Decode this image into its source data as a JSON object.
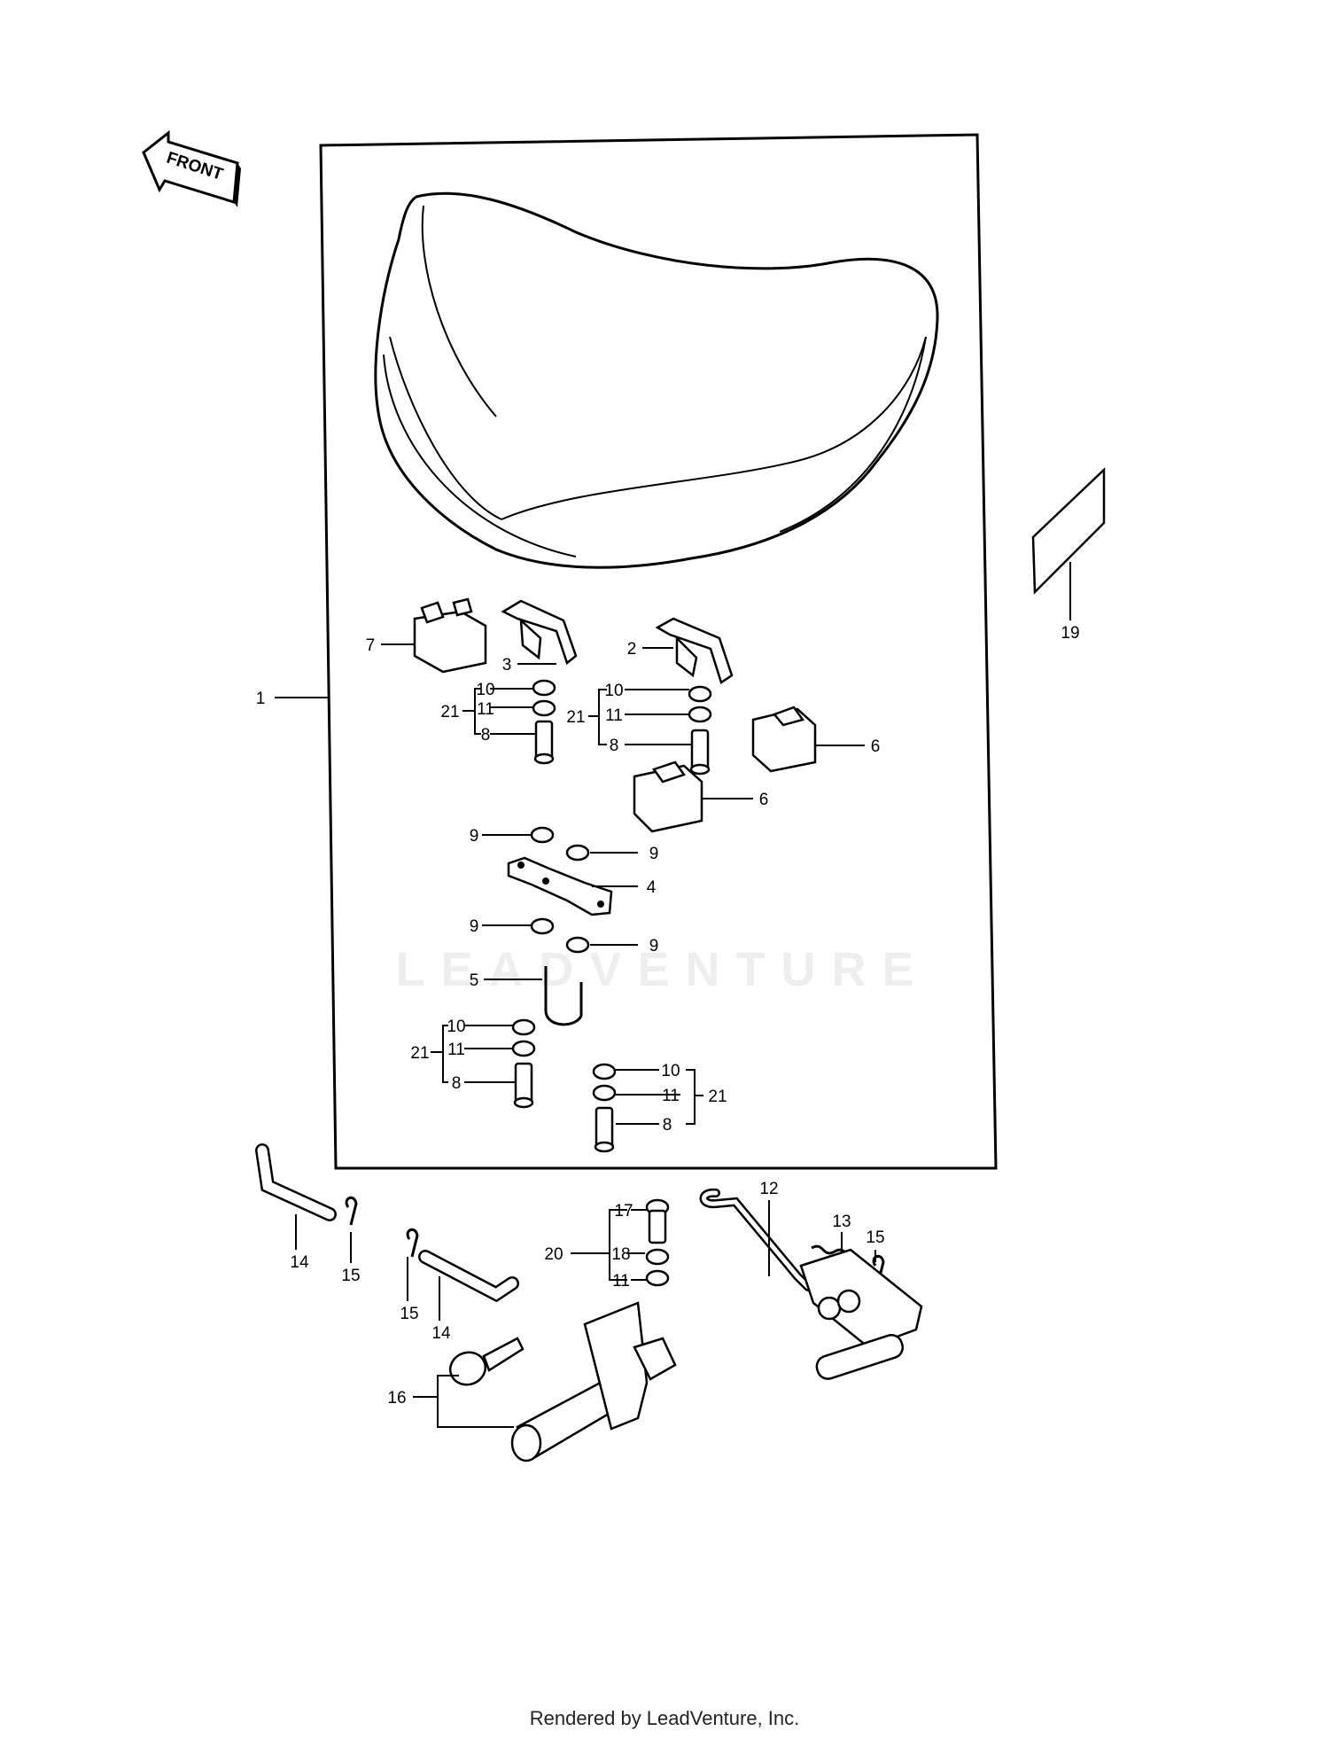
{
  "front_arrow": {
    "label": "FRONT"
  },
  "watermark": {
    "text": "LEADVENTURE"
  },
  "footer": {
    "text": "Rendered by LeadVenture, Inc."
  },
  "callouts": {
    "c1": "1",
    "c2": "2",
    "c3": "3",
    "c4": "4",
    "c5": "5",
    "c6a": "6",
    "c6b": "6",
    "c7": "7",
    "c8a": "8",
    "c8b": "8",
    "c8c": "8",
    "c8d": "8",
    "c9a": "9",
    "c9b": "9",
    "c9c": "9",
    "c9d": "9",
    "c10a": "10",
    "c10b": "10",
    "c10c": "10",
    "c10d": "10",
    "c11a": "11",
    "c11b": "11",
    "c11c": "11",
    "c11d": "11",
    "c11e": "11",
    "c12": "12",
    "c13": "13",
    "c14a": "14",
    "c14b": "14",
    "c15a": "15",
    "c15b": "15",
    "c15c": "15",
    "c16": "16",
    "c17": "17",
    "c18": "18",
    "c19": "19",
    "c20": "20",
    "c21a": "21",
    "c21b": "21",
    "c21c": "21",
    "c21d": "21"
  }
}
